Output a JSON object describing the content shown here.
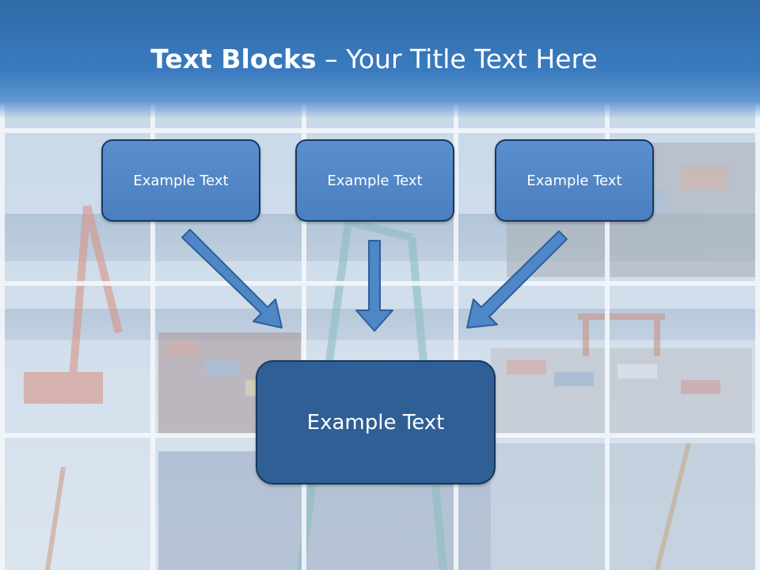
{
  "slide": {
    "title_bold": "Text Blocks",
    "title_dash": " – ",
    "title_rest": "Your Title Text Here"
  },
  "blocks": {
    "top_left": "Example Text",
    "top_center": "Example Text",
    "top_right": "Example Text",
    "main": "Example Text"
  },
  "colors": {
    "title_band": "#3a7bbf",
    "block_fill": "#4a7fc0",
    "main_block_fill": "#2f5f94",
    "block_border": "#17375e",
    "arrow_fill": "#4f86c6"
  },
  "background": {
    "description_icon": "port-container-cranes-photo-collage"
  }
}
